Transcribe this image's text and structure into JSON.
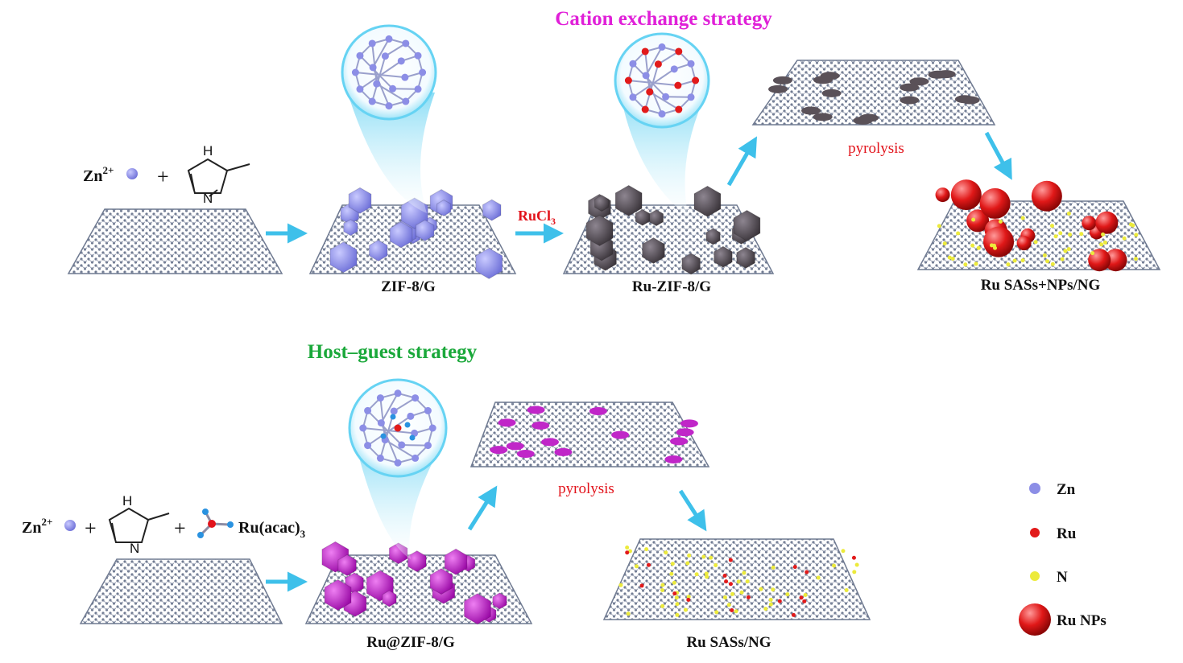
{
  "titles": {
    "cation": "Cation exchange strategy",
    "host": "Host–guest strategy"
  },
  "reagents": {
    "zn_ion": "Zn",
    "zn_charge": "2+",
    "plus": "+",
    "nh": "H",
    "n": "N",
    "ru_acac": "Ru(acac)",
    "ru_acac_sub": "3"
  },
  "labels": {
    "zif8g": "ZIF-8/G",
    "ru_zif8g": "Ru-ZIF-8/G",
    "ru_sass_nps": "Ru SASs+NPs/NG",
    "ru_at_zif8g": "Ru@ZIF-8/G",
    "ru_sass_ng": "Ru SASs/NG"
  },
  "steps": {
    "rucl": "RuCl",
    "rucl_sub": "3",
    "pyrolysis_top": "pyrolysis",
    "pyrolysis_bottom": "pyrolysis"
  },
  "legend": [
    {
      "label": "Zn",
      "color": "#8c8ee6",
      "kind": "dot"
    },
    {
      "label": "Ru",
      "color": "#e21a1a",
      "kind": "dot"
    },
    {
      "label": "N",
      "color": "#ecea3c",
      "kind": "dot"
    },
    {
      "label": "Ru NPs",
      "color": "#d81c1c",
      "kind": "sphere"
    }
  ],
  "colors": {
    "graphene": "#6f7a91",
    "zif_blue": "#8f91ee",
    "zif_dark": "#5a5158",
    "zif_magenta": "#c026c8",
    "arrow": "#3ec0ea",
    "cone": "#8ee0f6"
  }
}
